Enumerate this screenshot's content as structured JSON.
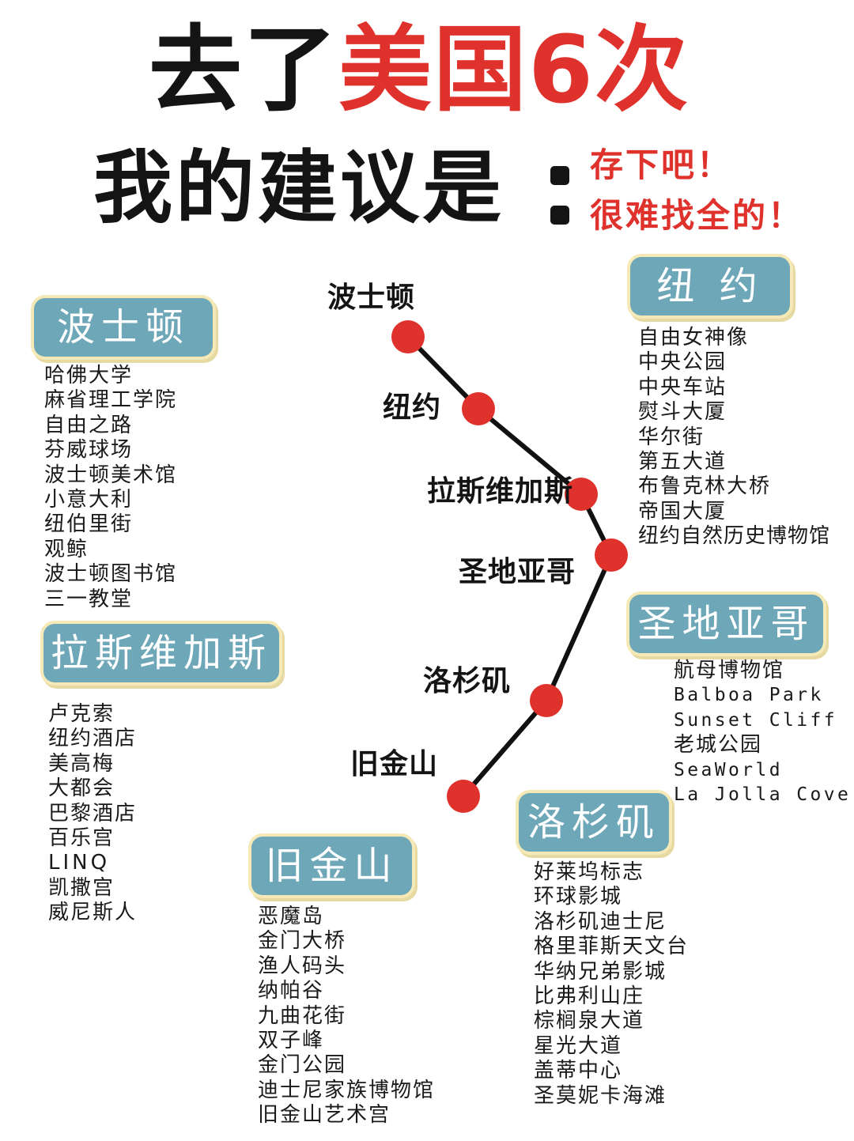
{
  "header": {
    "title_prefix": "去了",
    "title_highlight": "美国6次",
    "subtitle": "我的建议是",
    "tag_line1": "存下吧！",
    "tag_line2": "很难找全的！"
  },
  "route": {
    "stops": [
      "波士顿",
      "纽约",
      "拉斯维加斯",
      "圣地亚哥",
      "洛杉矶",
      "旧金山"
    ],
    "line_color": "#111111",
    "dot_color": "#e0322d"
  },
  "sections": {
    "boston": {
      "title": "波士顿",
      "items": [
        "哈佛大学",
        "麻省理工学院",
        "自由之路",
        "芬威球场",
        "波士顿美术馆",
        "小意大利",
        "纽伯里街",
        "观鲸",
        "波士顿图书馆",
        "三一教堂"
      ]
    },
    "new_york": {
      "title": "纽 约",
      "items": [
        "自由女神像",
        "中央公园",
        "中央车站",
        "熨斗大厦",
        "华尔街",
        "第五大道",
        "布鲁克林大桥",
        "帝国大厦",
        "纽约自然历史博物馆"
      ]
    },
    "las_vegas": {
      "title": "拉斯维加斯",
      "items": [
        "卢克索",
        "纽约酒店",
        "美高梅",
        "大都会",
        "巴黎酒店",
        "百乐宫",
        "LINQ",
        "凯撒宫",
        "威尼斯人"
      ]
    },
    "san_diego": {
      "title": "圣地亚哥",
      "items": [
        "航母博物馆",
        "Balboa Park",
        "Sunset Cliff",
        "老城公园",
        "SeaWorld",
        "La Jolla Cove"
      ]
    },
    "los_angeles": {
      "title": "洛杉矶",
      "items": [
        "好莱坞标志",
        "环球影城",
        "洛杉矶迪士尼",
        "格里菲斯天文台",
        "华纳兄弟影城",
        "比弗利山庄",
        "棕榈泉大道",
        "星光大道",
        "盖蒂中心",
        "圣莫妮卡海滩"
      ]
    },
    "san_francisco": {
      "title": "旧金山",
      "items": [
        "恶魔岛",
        "金门大桥",
        "渔人码头",
        "纳帕谷",
        "九曲花街",
        "双子峰",
        "金门公园",
        "迪士尼家族博物馆",
        "旧金山艺术宫"
      ]
    }
  },
  "colors": {
    "accent_red": "#e0322d",
    "box_blue": "#6ea7b8",
    "box_border": "#f5e9b8"
  }
}
